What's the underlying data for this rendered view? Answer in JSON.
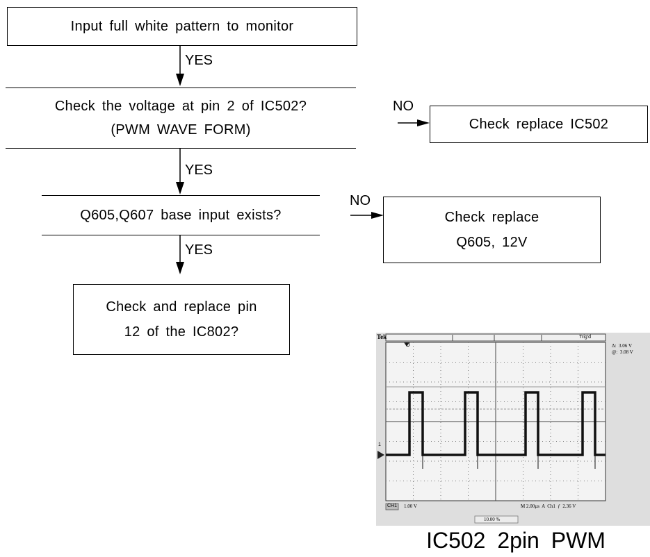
{
  "flow": {
    "step1": "Input full white pattern to monitor",
    "step2_line1": "Check the voltage at pin 2 of IC502?",
    "step2_line2": "(PWM WAVE FORM)",
    "step3": "Q605,Q607 base input exists?",
    "step4_line1": "Check and replace pin",
    "step4_line2": "12 of the IC802?",
    "yes1": "YES",
    "yes2": "YES",
    "yes3": "YES",
    "no1": "NO",
    "no2": "NO",
    "alt1": "Check replace IC502",
    "alt2_line1": "Check replace",
    "alt2_line2": "Q605, 12V"
  },
  "scope": {
    "brand": "Tek",
    "trigger_status": "Trig'd",
    "cursor_delta": "Δ:  3.06 V",
    "cursor_abs": "@:  3.08 V",
    "ch_label": "CH1",
    "ch_scale": "1.00 V",
    "timebase": "M 2.00µs  A  Ch1  ƒ  2.36 V",
    "duty": "10.00 %",
    "ground_marker": "1",
    "trigger_marker": "U"
  },
  "caption": "IC502 2pin PWM"
}
